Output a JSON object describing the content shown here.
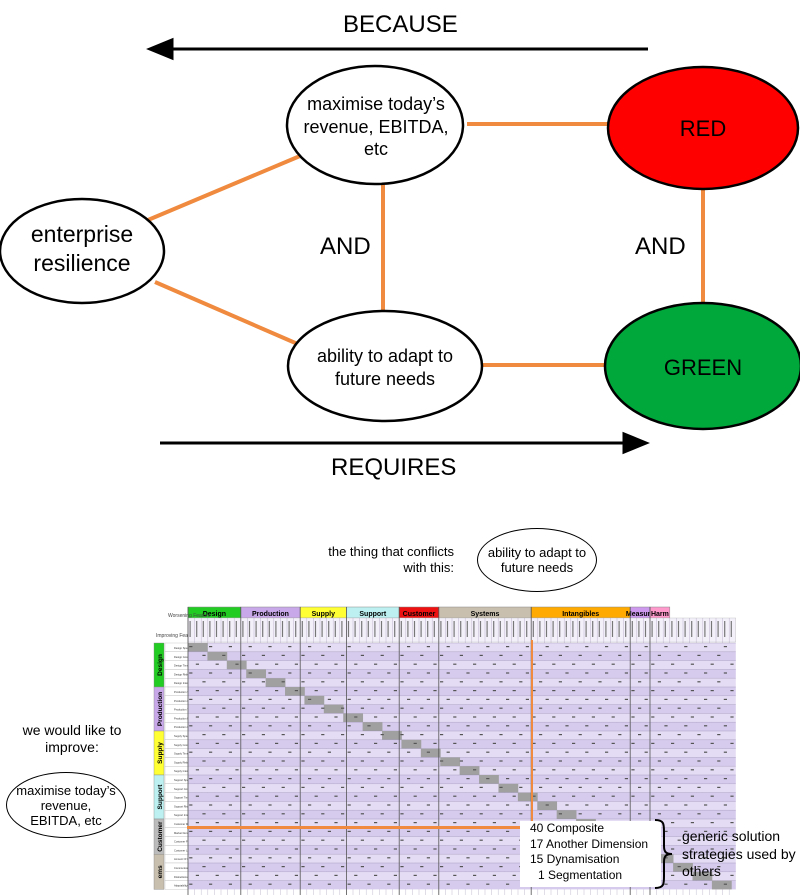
{
  "top_diagram": {
    "because_label": "BECAUSE",
    "requires_label": "REQUIRES",
    "and_left": "AND",
    "and_right": "AND",
    "nodes": {
      "objective": "enterprise resilience",
      "requirement_b": "maximise today’s revenue, EBITDA, etc",
      "requirement_c": "ability to adapt to future needs",
      "prerequisite_d": "RED",
      "prerequisite_d_prime": "GREEN"
    },
    "colors": {
      "connector": "#ef8a3e",
      "red": "#ff0000",
      "green": "#00a83c"
    }
  },
  "bottom": {
    "conflict_caption": "the thing that conflicts with this:",
    "conflict_feature": "ability to adapt to future needs",
    "improve_caption": "we would like to improve:",
    "improve_feature": "maximise today’s revenue, EBITDA, etc",
    "strategies": [
      "40 Composite",
      "17 Another Dimension",
      "15 Dynamisation",
      "1 Segmentation"
    ],
    "strategies_caption": "generic solution strategies used by others"
  },
  "matrix": {
    "worsening_label": "Worsening Feature",
    "improving_label": "Improving Feature",
    "column_groups": [
      {
        "name": "Design",
        "color": "#22cc22"
      },
      {
        "name": "Production",
        "color": "#c8a8e8"
      },
      {
        "name": "Supply",
        "color": "#ffff33"
      },
      {
        "name": "Support",
        "color": "#bdf0f0"
      },
      {
        "name": "Customer",
        "color": "#ee1111"
      },
      {
        "name": "Systems",
        "color": "#c8bfae"
      },
      {
        "name": "Intangibles",
        "color": "#ffaa00"
      },
      {
        "name": "Measure",
        "color": "#cc99ee"
      },
      {
        "name": "Harm",
        "color": "#ff99cc"
      }
    ],
    "row_groups": [
      {
        "name": "Design",
        "color": "#22cc22"
      },
      {
        "name": "Production",
        "color": "#c8a8e8"
      },
      {
        "name": "Supply",
        "color": "#ffff33"
      },
      {
        "name": "Support",
        "color": "#bdf0f0"
      },
      {
        "name": "Customer",
        "color": "#bbbbbb"
      },
      {
        "name": "ems",
        "color": "#c8bfae"
      }
    ],
    "row_labels": [
      "Design Spec/ Capability/Means",
      "Design Cost",
      "Design Time",
      "Design Risk",
      "Design Interfaces",
      "Production Spec/ Capability/Means",
      "Production Cost",
      "Production Time",
      "Production Risk",
      "Production Interfaces",
      "Supply Spec/ Capability/Means",
      "Supply Cost",
      "Supply Time",
      "Supply Risk",
      "Supply Interfaces",
      "Support Spec/ Capability/Means",
      "Support Cost",
      "Support Time",
      "Support Risk",
      "Support Interfaces",
      "Customer Revenue",
      "Market Demand",
      "Customer Feedback",
      "Customer Loyalty",
      "Amount Of Information",
      "Communication Flow",
      "Distractions",
      "Adaptability/ Versatility"
    ]
  }
}
